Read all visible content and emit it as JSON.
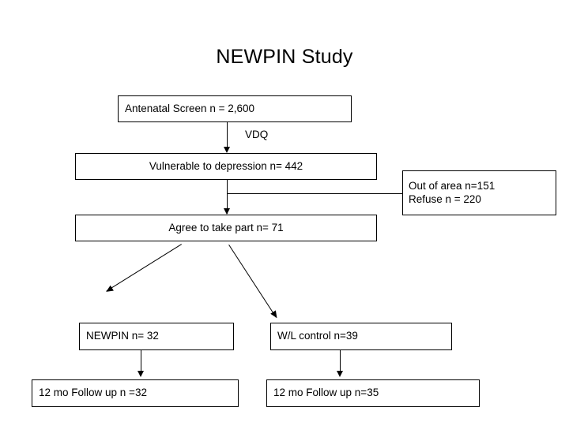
{
  "title": "NEWPIN Study",
  "nodes": {
    "antenatal": "Antenatal Screen n = 2,600",
    "vdq": "VDQ",
    "vulnerable": "Vulnerable to depression n= 442",
    "excluded_line1": "Out of area n=151",
    "excluded_line2": "Refuse n = 220",
    "agree": "Agree to take part n= 71",
    "newpin": "NEWPIN n= 32",
    "wl_control": "W/L control n=39",
    "followup_newpin": "12 mo Follow up n =32",
    "followup_control": "12 mo Follow up n=35"
  },
  "colors": {
    "line": "#000000",
    "box_border": "#000000",
    "background": "#ffffff",
    "text": "#000000"
  }
}
